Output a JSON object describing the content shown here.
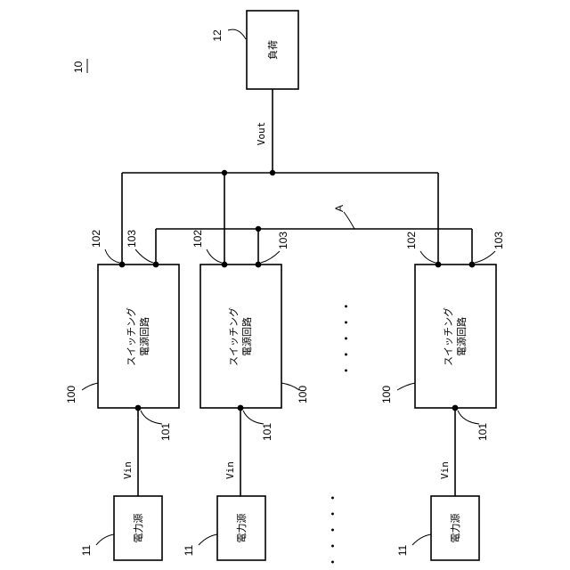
{
  "figure": {
    "system_ref": "10",
    "load": {
      "ref": "12",
      "label": "負荷"
    },
    "vout_label": "Vout",
    "bus_a_label": "A",
    "converters": [
      {
        "line1": "スイッチング",
        "line2": "電源回路",
        "ref_box": "100",
        "ref_in": "101",
        "ref_out": "102",
        "ref_ctrl": "103"
      },
      {
        "line1": "スイッチング",
        "line2": "電源回路",
        "ref_box": "100",
        "ref_in": "101",
        "ref_out": "102",
        "ref_ctrl": "103"
      },
      {
        "line1": "スイッチング",
        "line2": "電源回路",
        "ref_box": "100",
        "ref_in": "101",
        "ref_out": "102",
        "ref_ctrl": "103"
      }
    ],
    "vin_label": "Vin",
    "sources": [
      {
        "ref": "11",
        "label": "電力源"
      },
      {
        "ref": "11",
        "label": "電力源"
      },
      {
        "ref": "11",
        "label": "電力源"
      }
    ],
    "ellipsis": "・・・・・"
  }
}
